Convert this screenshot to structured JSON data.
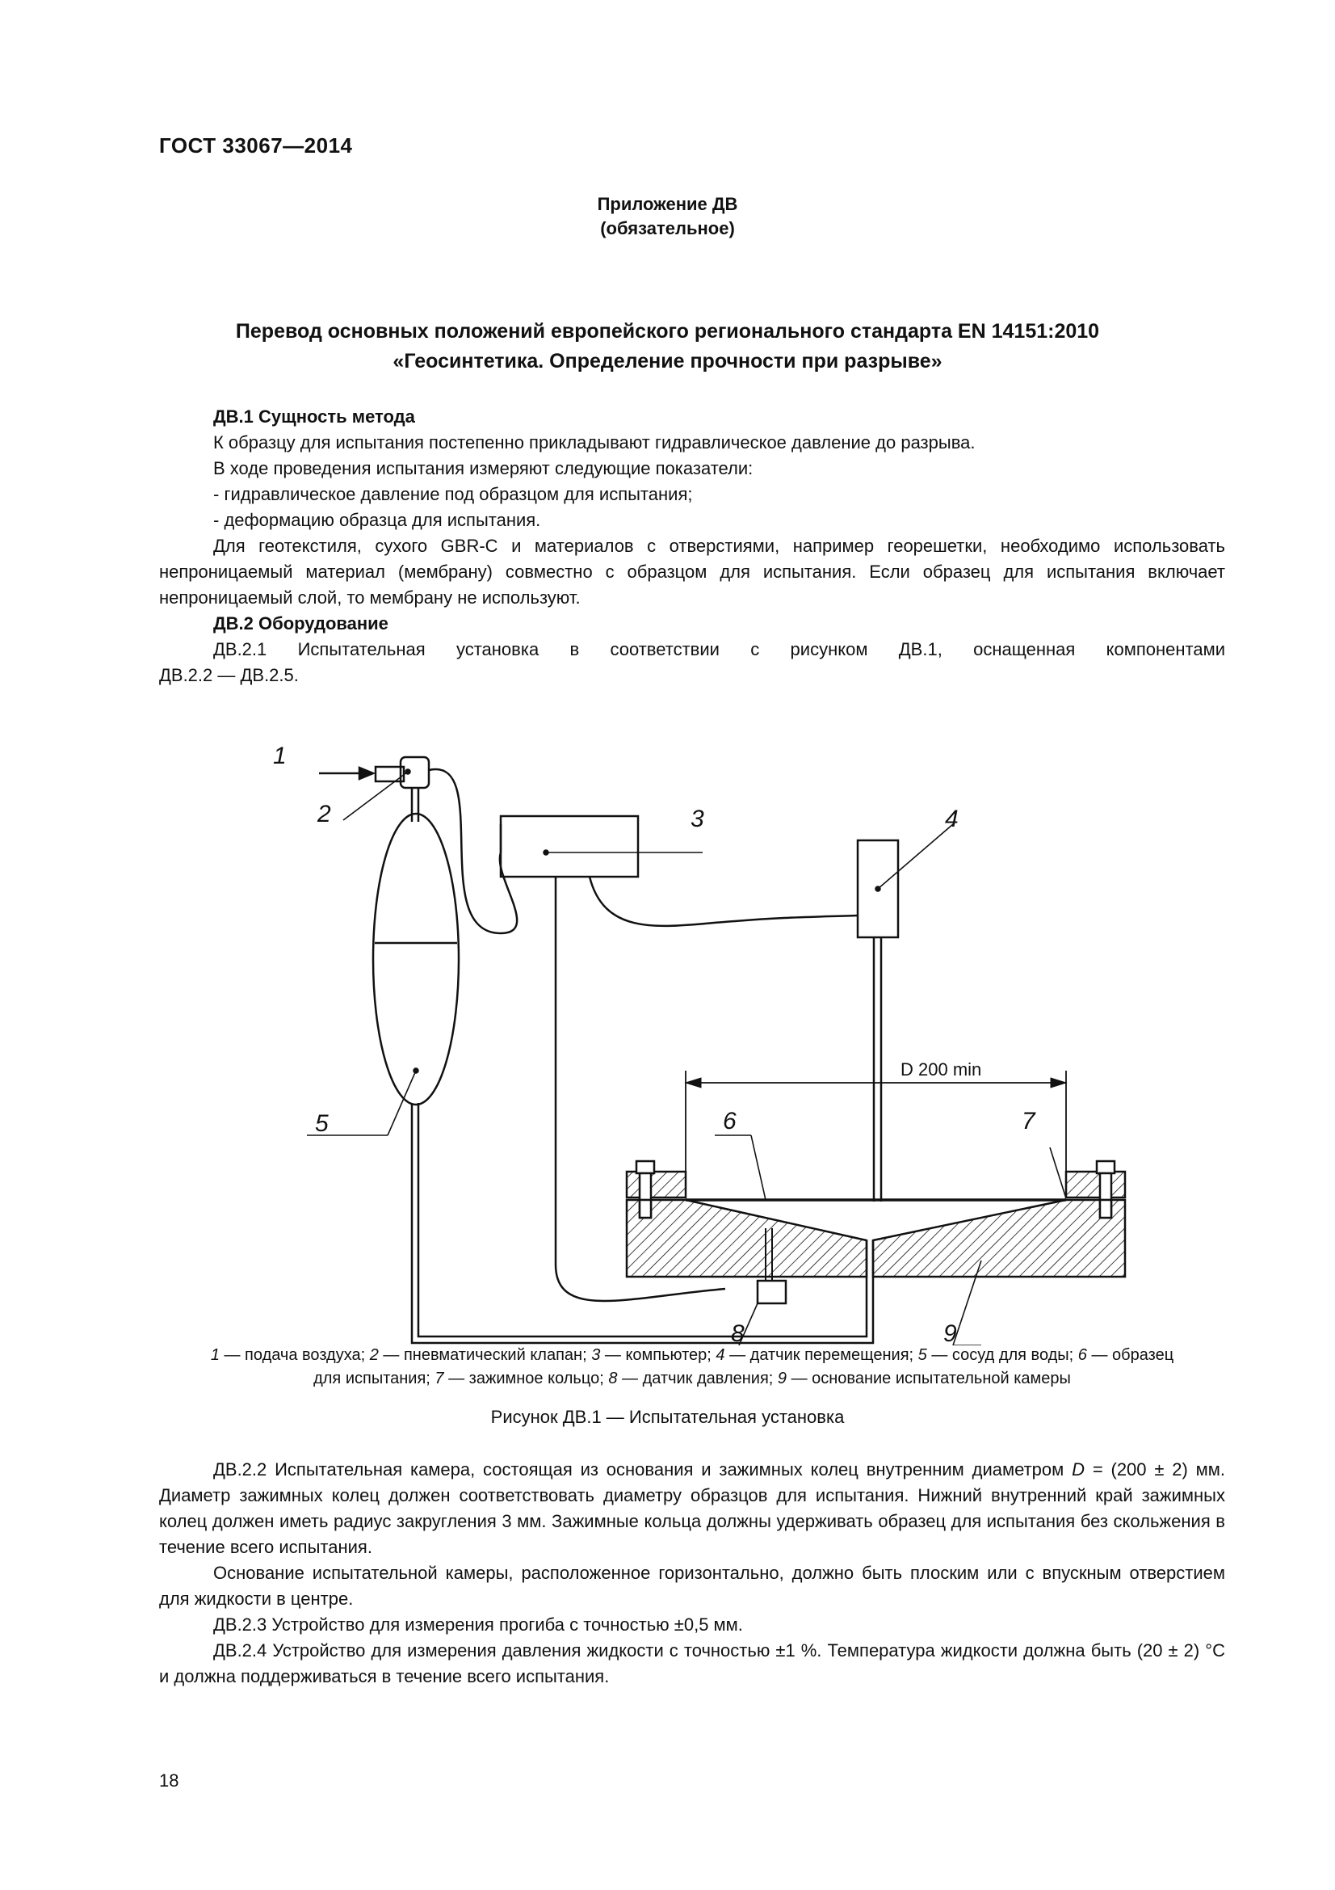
{
  "header": {
    "doc_id": "ГОСТ 33067—2014"
  },
  "annex": {
    "title": "Приложение ДВ",
    "status": "(обязательное)"
  },
  "title": {
    "line1": "Перевод основных положений европейского регионального стандарта EN 14151:2010",
    "line2": "«Геосинтетика. Определение прочности при разрыве»"
  },
  "section1": {
    "heading": "ДВ.1  Сущность метода",
    "p1": "К образцу для испытания постепенно прикладывают гидравлическое давление до разрыва.",
    "p2": "В ходе проведения испытания измеряют следующие показатели:",
    "b1": "-  гидравлическое давление под образцом для испытания;",
    "b2": "-  деформацию образца для испытания.",
    "p3": "Для геотекстиля, сухого GBR-C и материалов с отверстиями, например георешетки, необходимо использовать непроницаемый материал (мембрану) совместно с образцом для испытания. Если образец для испытания включает непроницаемый слой, то мембрану не используют."
  },
  "section2": {
    "heading": "ДВ.2  Оборудование",
    "p1_line1": "ДВ.2.1 Испытательная установка в соответствии с рисунком ДВ.1, оснащенная компонентами",
    "p1_line2": "ДВ.2.2 — ДВ.2.5."
  },
  "figure": {
    "labels": [
      "1",
      "2",
      "3",
      "4",
      "5",
      "6",
      "7",
      "8",
      "9"
    ],
    "dimension": "D 200 min",
    "legend_line1": [
      {
        "n": "1",
        "t": " — подача воздуха; "
      },
      {
        "n": "2",
        "t": " — пневматический клапан; "
      },
      {
        "n": "3",
        "t": " — компьютер; "
      },
      {
        "n": "4",
        "t": " — датчик перемещения; "
      },
      {
        "n": "5",
        "t": " — сосуд для воды; "
      },
      {
        "n": "6",
        "t": " — образец"
      }
    ],
    "legend_line2": [
      {
        "n": "",
        "t": "для испытания; "
      },
      {
        "n": "7",
        "t": " — зажимное кольцо; "
      },
      {
        "n": "8",
        "t": " — датчик давления; "
      },
      {
        "n": "9",
        "t": " — основание испытательной камеры"
      }
    ],
    "title": "Рисунок  ДВ.1 — Испытательная установка"
  },
  "section2_cont": {
    "p2_lead": "ДВ.2.2 Испытательная камера, состоящая из основания и зажимных колец внутренним диаметром",
    "p2_var": "D",
    "p2_rest": " = (200 ± 2) мм. Диаметр зажимных колец должен соответствовать диаметру образцов для испытания. Нижний внутренний край зажимных колец должен иметь радиус закругления 3 мм. Зажимные кольца должны удерживать образец для испытания без скольжения в течение всего испытания.",
    "p3": "Основание испытательной камеры, расположенное горизонтально, должно быть плоским или с впускным отверстием для жидкости в центре.",
    "p4": "ДВ.2.3  Устройство для измерения прогиба с точностью ±0,5 мм.",
    "p5": "ДВ.2.4  Устройство для измерения давления жидкости с точностью ±1 %. Температура жидкости должна быть (20 ± 2) °С и должна поддерживаться в течение всего испытания."
  },
  "page": {
    "number": "18"
  }
}
